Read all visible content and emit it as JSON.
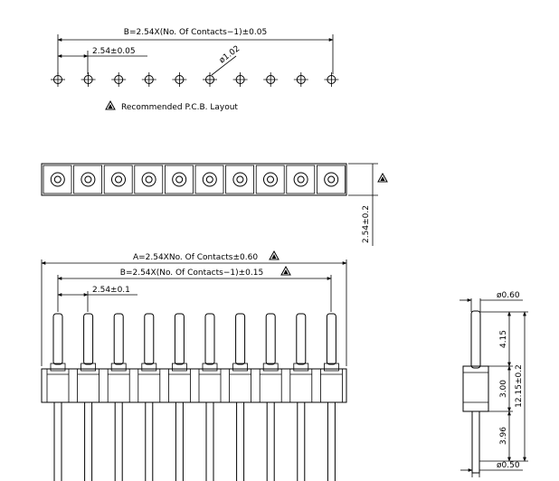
{
  "pcb_layout": {
    "dim_overall": "B=2.54X(No. Of Contacts−1)±0.05",
    "dim_pitch": "2.54±0.05",
    "dim_hole": "ø1.02",
    "caption": "Recommended P.C.B. Layout",
    "hole_count": 10,
    "warning_icon": "triangle-warning-icon",
    "hole_icon": "crosshair-circle-icon"
  },
  "top_view": {
    "socket_count": 10,
    "dim_height": "2.54±0.2"
  },
  "front_view": {
    "dim_a": "A=2.54XNo. Of Contacts±0.60",
    "dim_b": "B=2.54X(No. Of Contacts−1)±0.15",
    "dim_pitch": "2.54±0.1",
    "pin_count": 10
  },
  "side_view": {
    "dim_top_dia": "ø0.60",
    "dim_upper": "4.15",
    "dim_body": "3.00",
    "dim_total": "12.15±0.2",
    "dim_lower": "3.96",
    "dim_bottom_dia": "ø0.50"
  }
}
